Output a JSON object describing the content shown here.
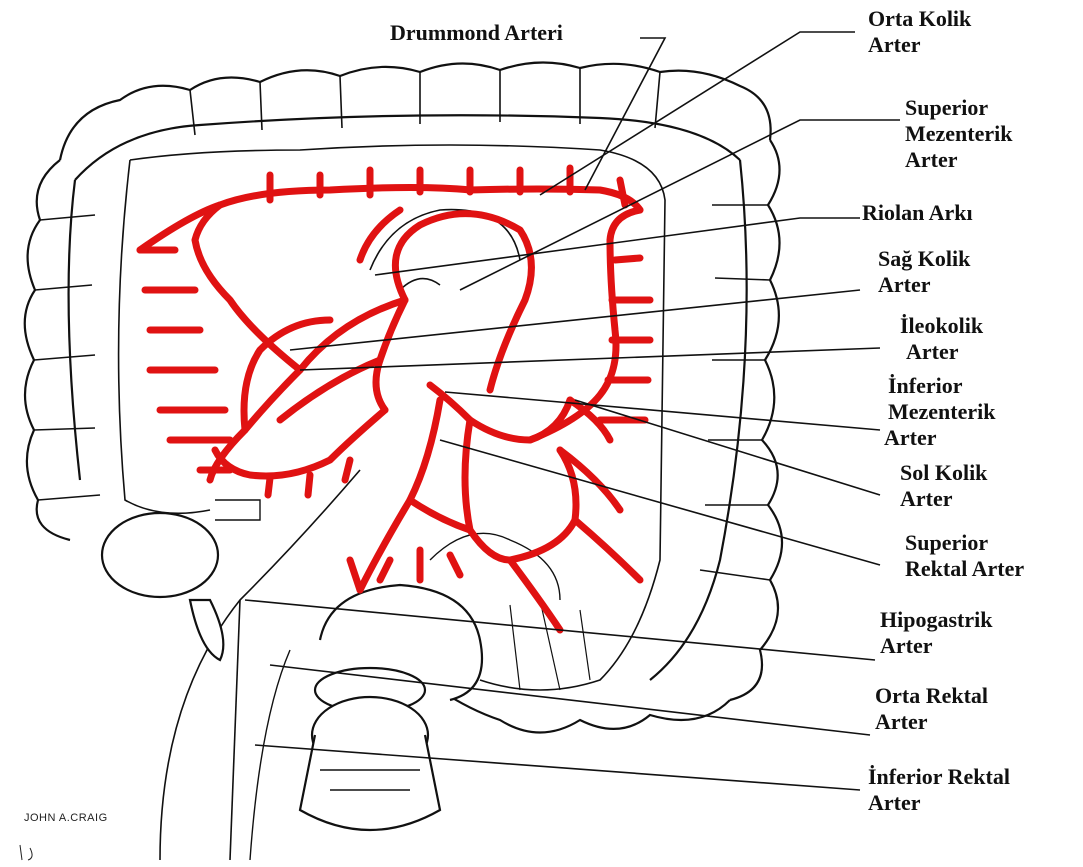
{
  "colors": {
    "artery": "#e01212",
    "outline": "#111111",
    "background": "#ffffff"
  },
  "labels": {
    "drummond": [
      "Drummond Arteri"
    ],
    "orta_kolik": [
      "Orta Kolik",
      "Arter"
    ],
    "superior_mezenterik": [
      "Superior",
      "Mezenterik",
      "Arter"
    ],
    "riolan": [
      "Riolan Arkı"
    ],
    "sag_kolik": [
      "Sağ Kolik",
      "Arter"
    ],
    "ileokolik": [
      "İleokolik",
      "Arter"
    ],
    "inferior_mezenterik": [
      "İnferior",
      "Mezenterik",
      "Arter"
    ],
    "sol_kolik": [
      "Sol Kolik",
      "Arter"
    ],
    "superior_rektal": [
      "Superior",
      "Rektal Arter"
    ],
    "hipogastrik": [
      "Hipogastrik",
      "Arter"
    ],
    "orta_rektal": [
      "Orta Rektal",
      "Arter"
    ],
    "inferior_rektal": [
      "İnferior Rektal",
      "Arter"
    ]
  },
  "signature": "JOHN A.CRAIG"
}
